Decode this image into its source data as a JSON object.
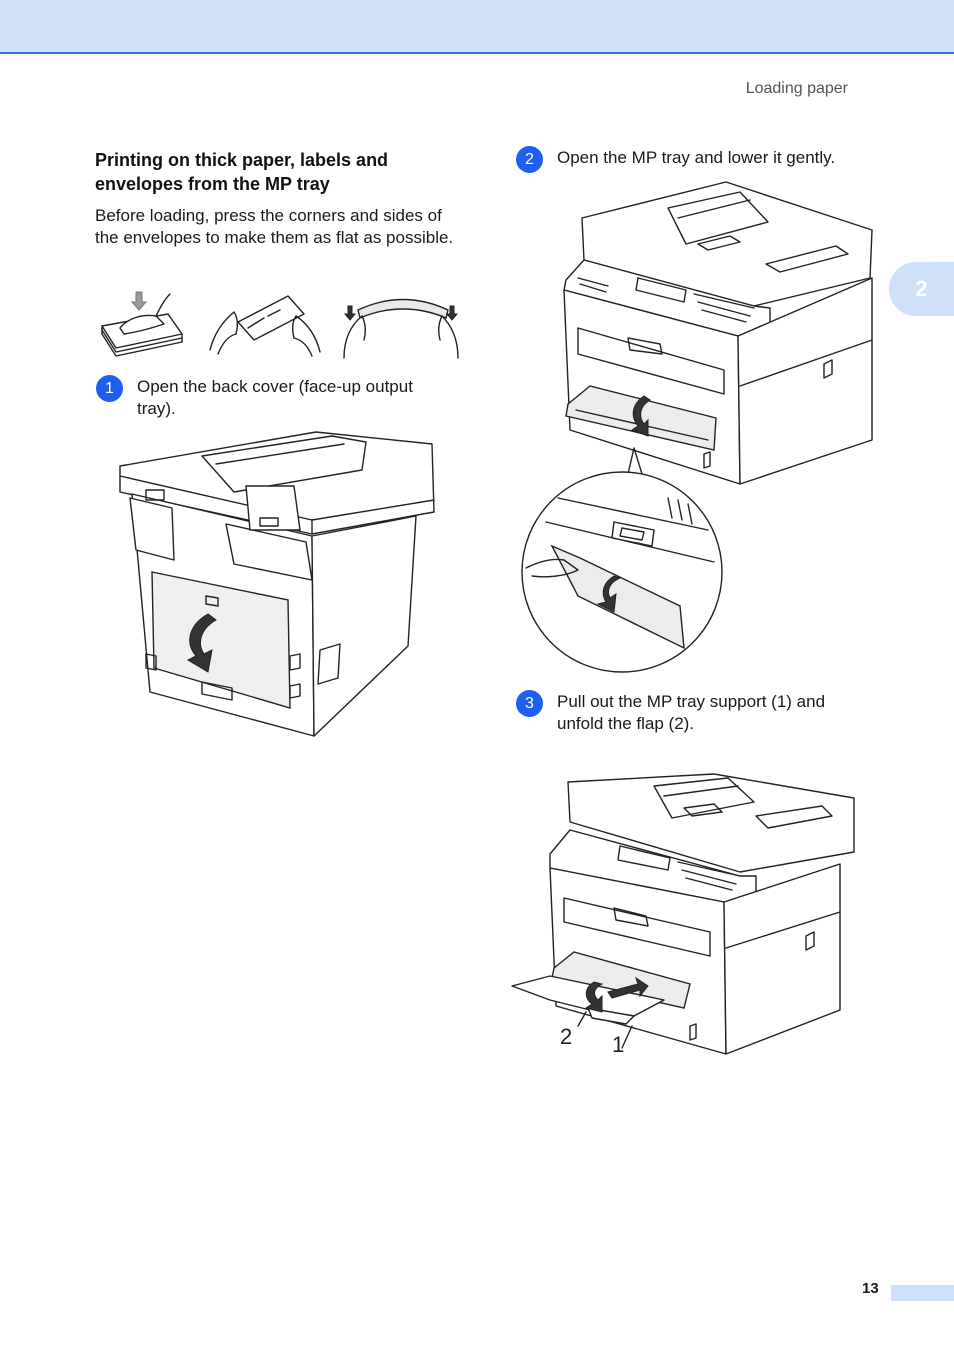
{
  "header": {
    "running_head": "Loading paper"
  },
  "chapter_tab": {
    "number": "2"
  },
  "section": {
    "title": "Printing on thick paper, labels and envelopes from the MP tray",
    "intro": "Before loading, press the corners and sides of the envelopes to make them as flat as possible."
  },
  "steps": [
    {
      "number": "1",
      "text": "Open the back cover (face-up output tray)."
    },
    {
      "number": "2",
      "text": "Open the MP tray and lower it gently."
    },
    {
      "number": "3",
      "text": "Pull out the MP tray support (1) and unfold the flap (2)."
    }
  ],
  "figure3": {
    "callout_flap": "2",
    "callout_support": "1"
  },
  "footer": {
    "page_number": "13"
  },
  "colors": {
    "accent": "#1f5ff0",
    "band": "#cfe0fb",
    "rule": "#2f6fe0"
  }
}
